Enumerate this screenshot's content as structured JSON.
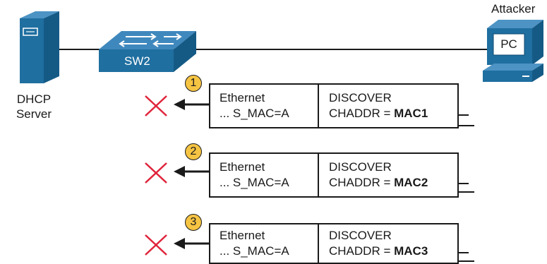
{
  "devices": {
    "server_label_line1": "DHCP",
    "server_label_line2": "Server",
    "switch_label": "SW2",
    "pc_label": "PC",
    "attacker_label": "Attacker"
  },
  "colors": {
    "device_blue": "#1f6fa0",
    "device_dark": "#155a85",
    "badge_yellow": "#f6c443",
    "blocked_red": "#e0243b"
  },
  "frames": [
    {
      "step": "1",
      "eth_title": "Ethernet",
      "eth_src": "... S_MAC=A",
      "msg": "DISCOVER",
      "chaddr_prefix": "CHADDR = ",
      "chaddr_value": "MAC1"
    },
    {
      "step": "2",
      "eth_title": "Ethernet",
      "eth_src": "... S_MAC=A",
      "msg": "DISCOVER",
      "chaddr_prefix": "CHADDR = ",
      "chaddr_value": "MAC2"
    },
    {
      "step": "3",
      "eth_title": "Ethernet",
      "eth_src": "... S_MAC=A",
      "msg": "DISCOVER",
      "chaddr_prefix": "CHADDR = ",
      "chaddr_value": "MAC3"
    }
  ]
}
